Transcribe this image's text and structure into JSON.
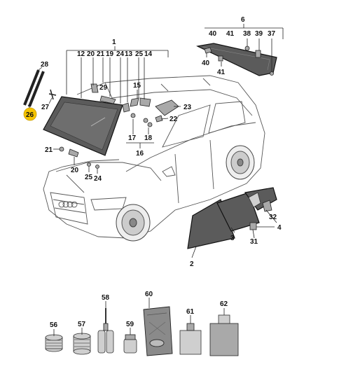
{
  "callouts": {
    "n1": "1",
    "n2": "2",
    "n3": "3",
    "n4": "4",
    "n6": "6",
    "n12": "12",
    "n20a": "20",
    "n21a": "21",
    "n19": "19",
    "n24a": "24",
    "n13": "13",
    "n25a": "25",
    "n14": "14",
    "n40a": "40",
    "n41a": "41",
    "n38": "38",
    "n39": "39",
    "n37": "37",
    "n40b": "40",
    "n41b": "41",
    "n28": "28",
    "n26": "26",
    "n27": "27",
    "n29": "29",
    "n15": "15",
    "n23": "23",
    "n22": "22",
    "n17": "17",
    "n18": "18",
    "n16": "16",
    "n21b": "21",
    "n20b": "20",
    "n25b": "25",
    "n24b": "24",
    "n32": "32",
    "n31": "31",
    "n56": "56",
    "n57": "57",
    "n58": "58",
    "n59": "59",
    "n60": "60",
    "n61": "61",
    "n62": "62"
  },
  "highlight": {
    "label": "26",
    "color": "#f5c400"
  },
  "colors": {
    "glass": "#5b5b5b",
    "outline": "#222222",
    "part": "#a9a9a9"
  }
}
